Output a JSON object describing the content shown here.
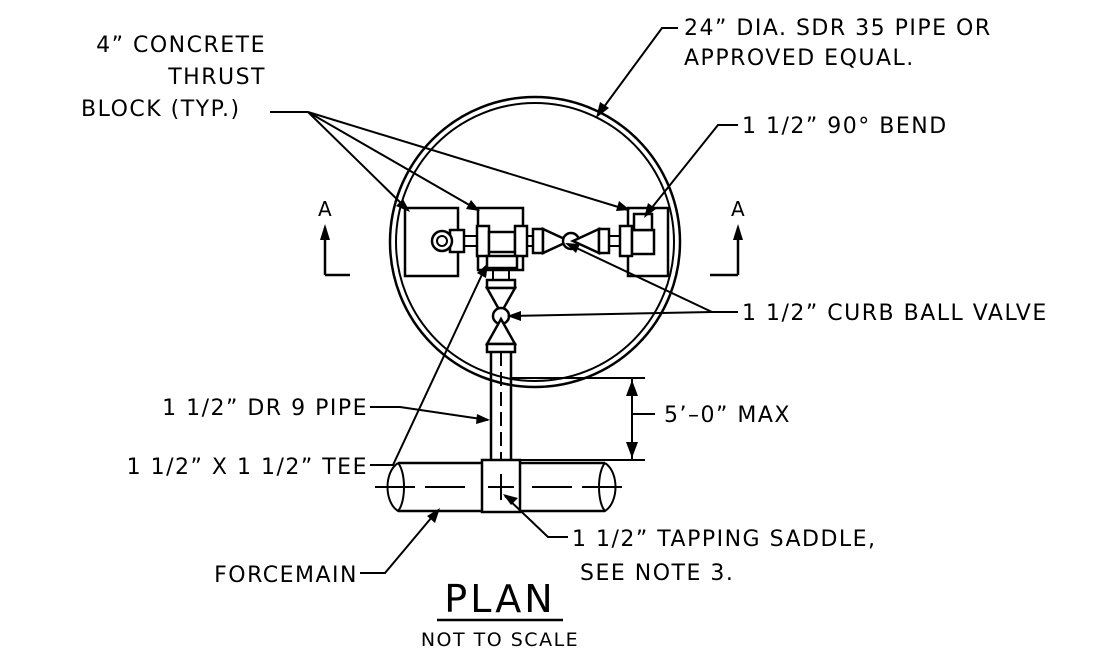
{
  "labels": {
    "pipe": [
      "24” DIA. SDR 35 PIPE OR",
      "APPROVED EQUAL."
    ],
    "thrust_block": [
      "4” CONCRETE",
      "THRUST",
      "BLOCK (TYP.)"
    ],
    "bend": "1 1/2” 90° BEND",
    "curb_valve": "1 1/2” CURB BALL VALVE",
    "tee": "1 1/2” X 1 1/2” TEE",
    "dr9_pipe": "1 1/2” DR 9 PIPE",
    "max_dim": "5’–0” MAX",
    "saddle": [
      "1 1/2” TAPPING SADDLE,",
      "SEE NOTE 3."
    ],
    "forcemain": "FORCEMAIN",
    "section_left": "A",
    "section_right": "A"
  },
  "title": {
    "main": "PLAN",
    "scale_note": "NOT TO SCALE"
  }
}
